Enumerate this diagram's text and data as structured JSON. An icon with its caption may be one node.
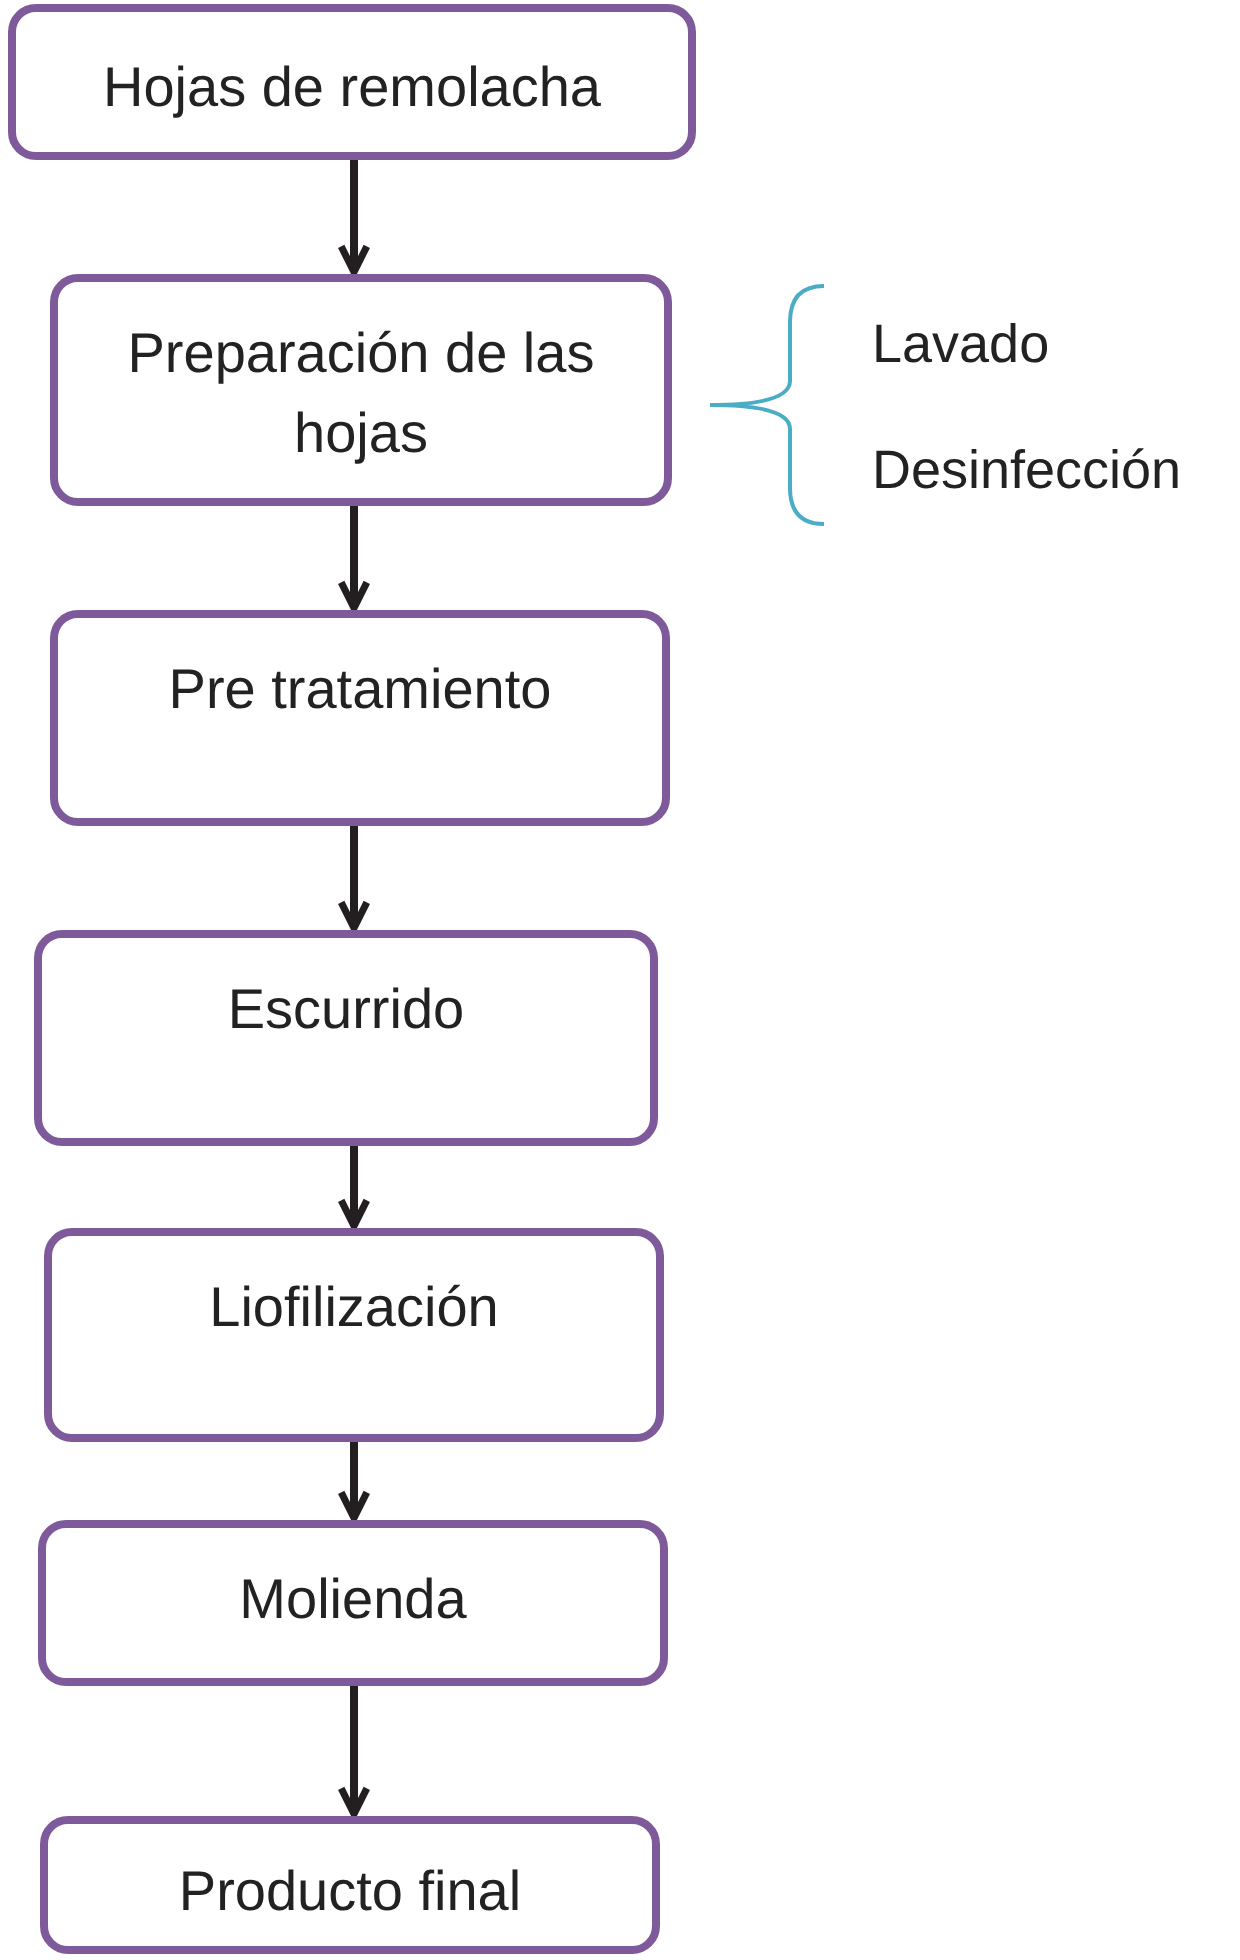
{
  "diagram": {
    "nodes": [
      {
        "text": [
          "Hojas de remolacha"
        ]
      },
      {
        "text": [
          "Preparación de las hojas"
        ],
        "beside": [
          "Lavado",
          "Desinfección"
        ]
      },
      {
        "text": [
          "Pre tratamiento"
        ]
      },
      {
        "text": [
          "Escurrido"
        ]
      },
      {
        "text": [
          "Liofilización"
        ]
      },
      {
        "text": [
          "Molienda"
        ]
      },
      {
        "text": [
          "Producto final"
        ]
      }
    ],
    "edges": [
      {
        "from": 0,
        "to": 1,
        "arrow": "to"
      },
      {
        "from": 1,
        "to": 2,
        "arrow": "to"
      },
      {
        "from": 2,
        "to": 3,
        "arrow": "to"
      },
      {
        "from": 3,
        "to": 4,
        "arrow": "to"
      },
      {
        "from": 4,
        "to": 5,
        "arrow": "to"
      },
      {
        "from": 5,
        "to": 6,
        "arrow": "to"
      }
    ]
  }
}
